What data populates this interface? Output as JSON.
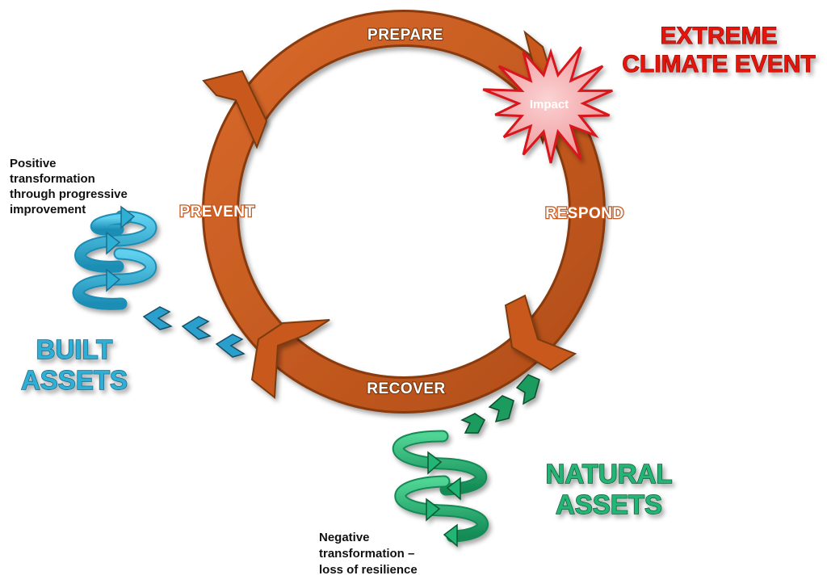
{
  "cycle": {
    "stages": {
      "prepare": "PREPARE",
      "respond": "RESPOND",
      "recover": "RECOVER",
      "prevent": "PREVENT"
    }
  },
  "event": {
    "title_line1": "EXTREME",
    "title_line2": "CLIMATE EVENT",
    "impact_label": "Impact"
  },
  "built_assets": {
    "title_line1": "BUILT",
    "title_line2": "ASSETS",
    "note_lines": [
      "Positive",
      "transformation",
      "through progressive",
      "improvement"
    ]
  },
  "natural_assets": {
    "title_line1": "NATURAL",
    "title_line2": "ASSETS",
    "note_lines": [
      "Negative",
      "transformation –",
      "loss of resilience"
    ]
  },
  "colors": {
    "cycle_ring": "#c8581e",
    "event_title": "#e3120b",
    "impact_star": "#f4a6a8",
    "built": "#2fb0d6",
    "natural": "#22b574"
  }
}
